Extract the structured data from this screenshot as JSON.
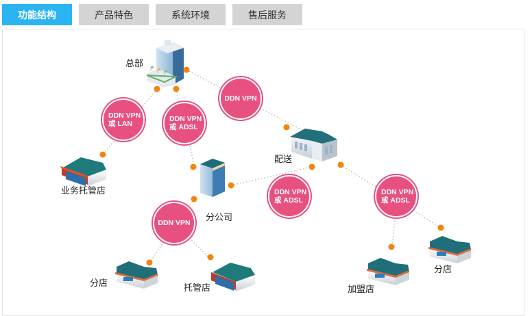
{
  "tabs": [
    {
      "label": "功能结构",
      "active": true
    },
    {
      "label": "产品特色",
      "active": false
    },
    {
      "label": "系统环境",
      "active": false
    },
    {
      "label": "售后服务",
      "active": false
    }
  ],
  "diagram": {
    "colors": {
      "accent_tab": "#2bb4f2",
      "node_fill": "#e8507f",
      "dot": "#f0860e",
      "roof": "#1f6e7a"
    },
    "sites": {
      "hq": "总部",
      "delivery": "配送",
      "business_hosting_store": "业务托管店",
      "branch_company": "分公司",
      "branch_store_left": "分店",
      "hosted_store": "托管店",
      "franchise_store": "加盟店",
      "branch_store_right": "分店"
    },
    "links": {
      "hq_to_hosting": {
        "line1": "DDN VPN",
        "line2": "或 LAN"
      },
      "hq_to_branch": {
        "line1": "DDN VPN",
        "line2": "或 ADSL"
      },
      "hq_to_delivery": {
        "line1": "DDN VPN"
      },
      "branch_to_delivery": {
        "line1": "DDN VPN",
        "line2": "或 ADSL"
      },
      "delivery_to_stores": {
        "line1": "DDN VPN",
        "line2": "或 ADSL"
      },
      "branch_to_stores": {
        "line1": "DDN VPN"
      }
    }
  }
}
